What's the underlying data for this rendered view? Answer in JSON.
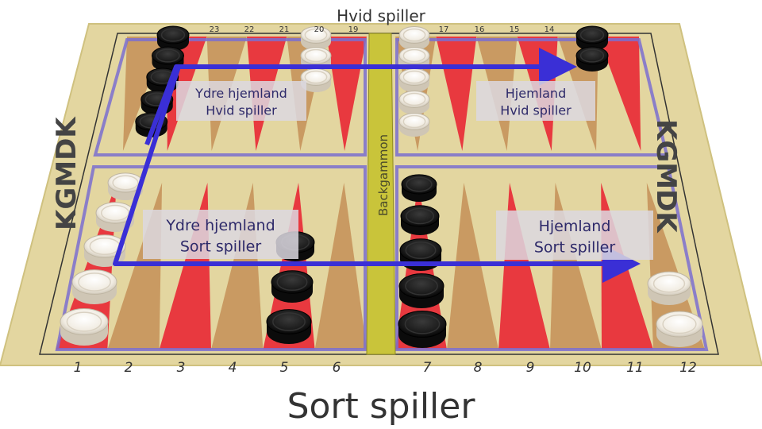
{
  "top_player": "Hvid spiller",
  "bottom_player": "Sort spiller",
  "bar_label": "Backgammon",
  "logo_left": "KGMDK",
  "logo_right": "KGMDK",
  "quadrants": [
    {
      "line1": "Ydre hjemland",
      "line2": "Hvid spiller"
    },
    {
      "line1": "Hjemland",
      "line2": "Hvid spiller"
    },
    {
      "line1": "Ydre hjemland",
      "line2": "Sort spiller"
    },
    {
      "line1": "Hjemland",
      "line2": "Sort spiller"
    }
  ],
  "bottom_numbers": [
    "1",
    "2",
    "3",
    "4",
    "5",
    "6",
    "7",
    "8",
    "9",
    "10",
    "11",
    "12"
  ],
  "top_numbers": [
    "23",
    "22",
    "21",
    "20",
    "19",
    "17",
    "16",
    "15",
    "14"
  ],
  "colors": {
    "board": "#e3d6a0",
    "frame": "#d8ca8e",
    "red_point": "#e8393f",
    "brown_point": "#c99a62",
    "bar": "#c9c43a",
    "arrow": "#3a2fd6",
    "outline": "#7b6fd0",
    "white_checker": "#f2ede3",
    "black_checker": "#1c1c1c"
  }
}
